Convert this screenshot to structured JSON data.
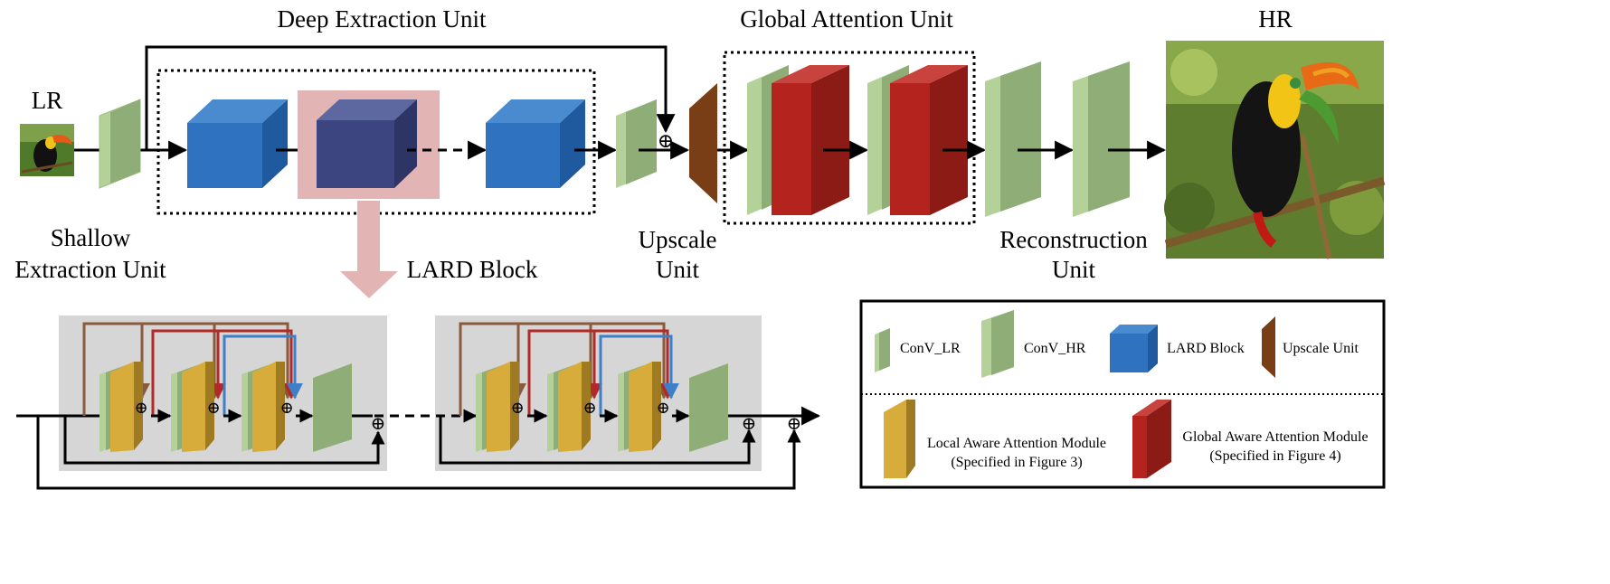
{
  "labels": {
    "lr": "LR",
    "hr": "HR",
    "deep_extraction": "Deep Extraction Unit",
    "global_attention": "Global Attention Unit",
    "shallow_line1": "Shallow",
    "shallow_line2": "Extraction Unit",
    "upscale_line1": "Upscale",
    "upscale_line2": "Unit",
    "reconstruction_line1": "Reconstruction",
    "reconstruction_line2": "Unit",
    "lard_block": "LARD Block",
    "plus": "⊕"
  },
  "legend": {
    "items": [
      {
        "label": "ConV_LR",
        "icon": "conv-lr-icon"
      },
      {
        "label": "ConV_HR",
        "icon": "conv-hr-icon"
      },
      {
        "label": "LARD Block",
        "icon": "lard-block-icon"
      },
      {
        "label": "Upscale Unit",
        "icon": "upscale-unit-icon"
      },
      {
        "label_line1": "Local Aware Attention Module",
        "label_line2": "(Specified in Figure 3)",
        "icon": "local-attention-icon"
      },
      {
        "label_line1": "Global Aware Attention Module",
        "label_line2": "(Specified in Figure 4)",
        "icon": "global-attention-icon"
      }
    ]
  },
  "colors": {
    "conv_green": "#8fad77",
    "conv_green_light": "#b4d19a",
    "lard_blue": "#2f72c0",
    "lard_dark": "#3c4580",
    "lard_highlight": "#e3b4b4",
    "upscale_brown": "#7a3e16",
    "global_red": "#b5231e",
    "local_yellow": "#d8ac3a",
    "panel_gray": "#d6d6d6",
    "skip_brown": "#8a5a3c",
    "skip_red": "#b22a25",
    "skip_blue": "#3f7fc8"
  }
}
